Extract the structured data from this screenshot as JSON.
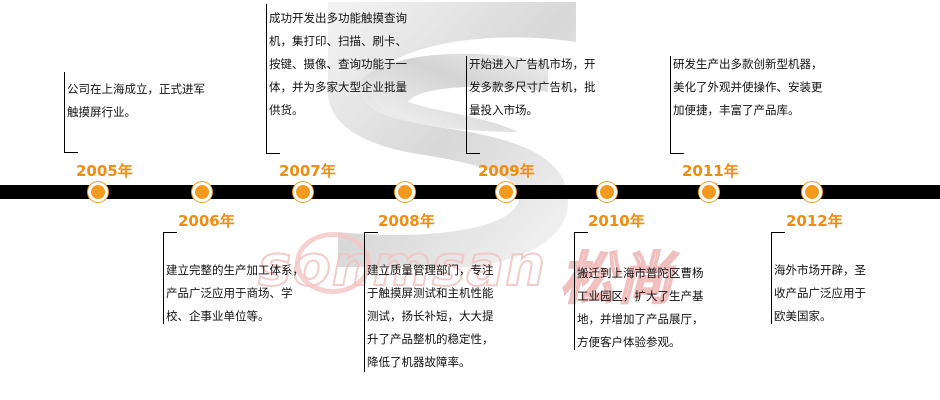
{
  "colors": {
    "accent": "#f08c10",
    "axis": "#000000",
    "watermark": "#f2c3c3"
  },
  "watermark": {
    "brand": "sonmsan",
    "brand_cn": "松尚",
    "trademark": "™"
  },
  "events": [
    {
      "year": "2005年",
      "lines": [
        "公司在上海成立，正式进军",
        "触摸屏行业。"
      ]
    },
    {
      "year": "2006年",
      "lines": [
        "建立完整的生产加工体系，",
        "产品广泛应用于商场、学",
        "校、企事业单位等。"
      ]
    },
    {
      "year": "2007年",
      "lines": [
        "成功开发出多功能触摸查询",
        "机，集打印、扫描、刷卡、",
        "按键、摄像、查询功能于一",
        "体，并为多家大型企业批量",
        "供货。"
      ]
    },
    {
      "year": "2008年",
      "lines": [
        "建立质量管理部门，专注",
        "于触摸屏测试和主机性能",
        "测试，扬长补短，大大提",
        "升了产品整机的稳定性，",
        "降低了机器故障率。"
      ]
    },
    {
      "year": "2009年",
      "lines": [
        "开始进入广告机市场，开",
        "发多款多尺寸广告机，批",
        "量投入市场。"
      ]
    },
    {
      "year": "2010年",
      "lines": [
        "搬迁到上海市普陀区曹杨",
        "工业园区，扩大了生产基",
        "地，并增加了产品展厅，",
        "方便客户体验参观。"
      ]
    },
    {
      "year": "2011年",
      "lines": [
        "研发生产出多款创新型机器，",
        "美化了外观并使操作、安装更",
        "加便捷，丰富了产品库。"
      ]
    },
    {
      "year": "2012年",
      "lines": [
        "海外市场开辟，圣",
        "收产品广泛应用于",
        "欧美国家。"
      ]
    }
  ]
}
